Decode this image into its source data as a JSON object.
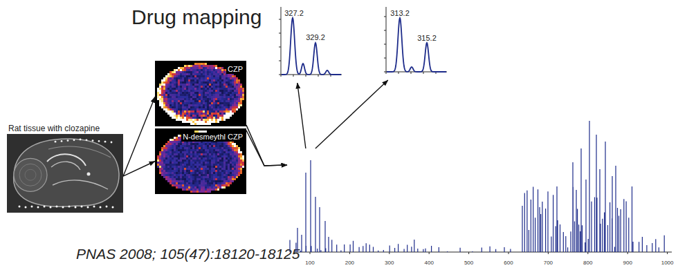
{
  "diagram": {
    "title": "Drug mapping",
    "caption": "PNAS 2008; 105(47):18120-18125",
    "nodes": [
      {
        "text": [
          "Rat tissue with clozapine"
        ]
      },
      {
        "text": [
          "CZP"
        ]
      },
      {
        "text": [
          "N-desmeythl CZP"
        ]
      },
      {
        "text": [
          "327.2",
          "329.2"
        ]
      },
      {
        "text": [
          "313.2",
          "315.2"
        ]
      },
      {
        "text": [
          "100",
          "200",
          "300",
          "400",
          "500",
          "600",
          "700",
          "800",
          "900",
          "1000"
        ]
      }
    ],
    "edges": [
      {
        "from": 0,
        "to": 1,
        "arrow": "to"
      },
      {
        "from": 0,
        "to": 2,
        "arrow": "to"
      },
      {
        "from": 1,
        "to": 5,
        "arrow": "to"
      },
      {
        "from": 2,
        "to": 5,
        "arrow": "to"
      },
      {
        "from": 5,
        "to": 3,
        "arrow": "to"
      },
      {
        "from": 5,
        "to": 4,
        "arrow": "to"
      }
    ]
  }
}
